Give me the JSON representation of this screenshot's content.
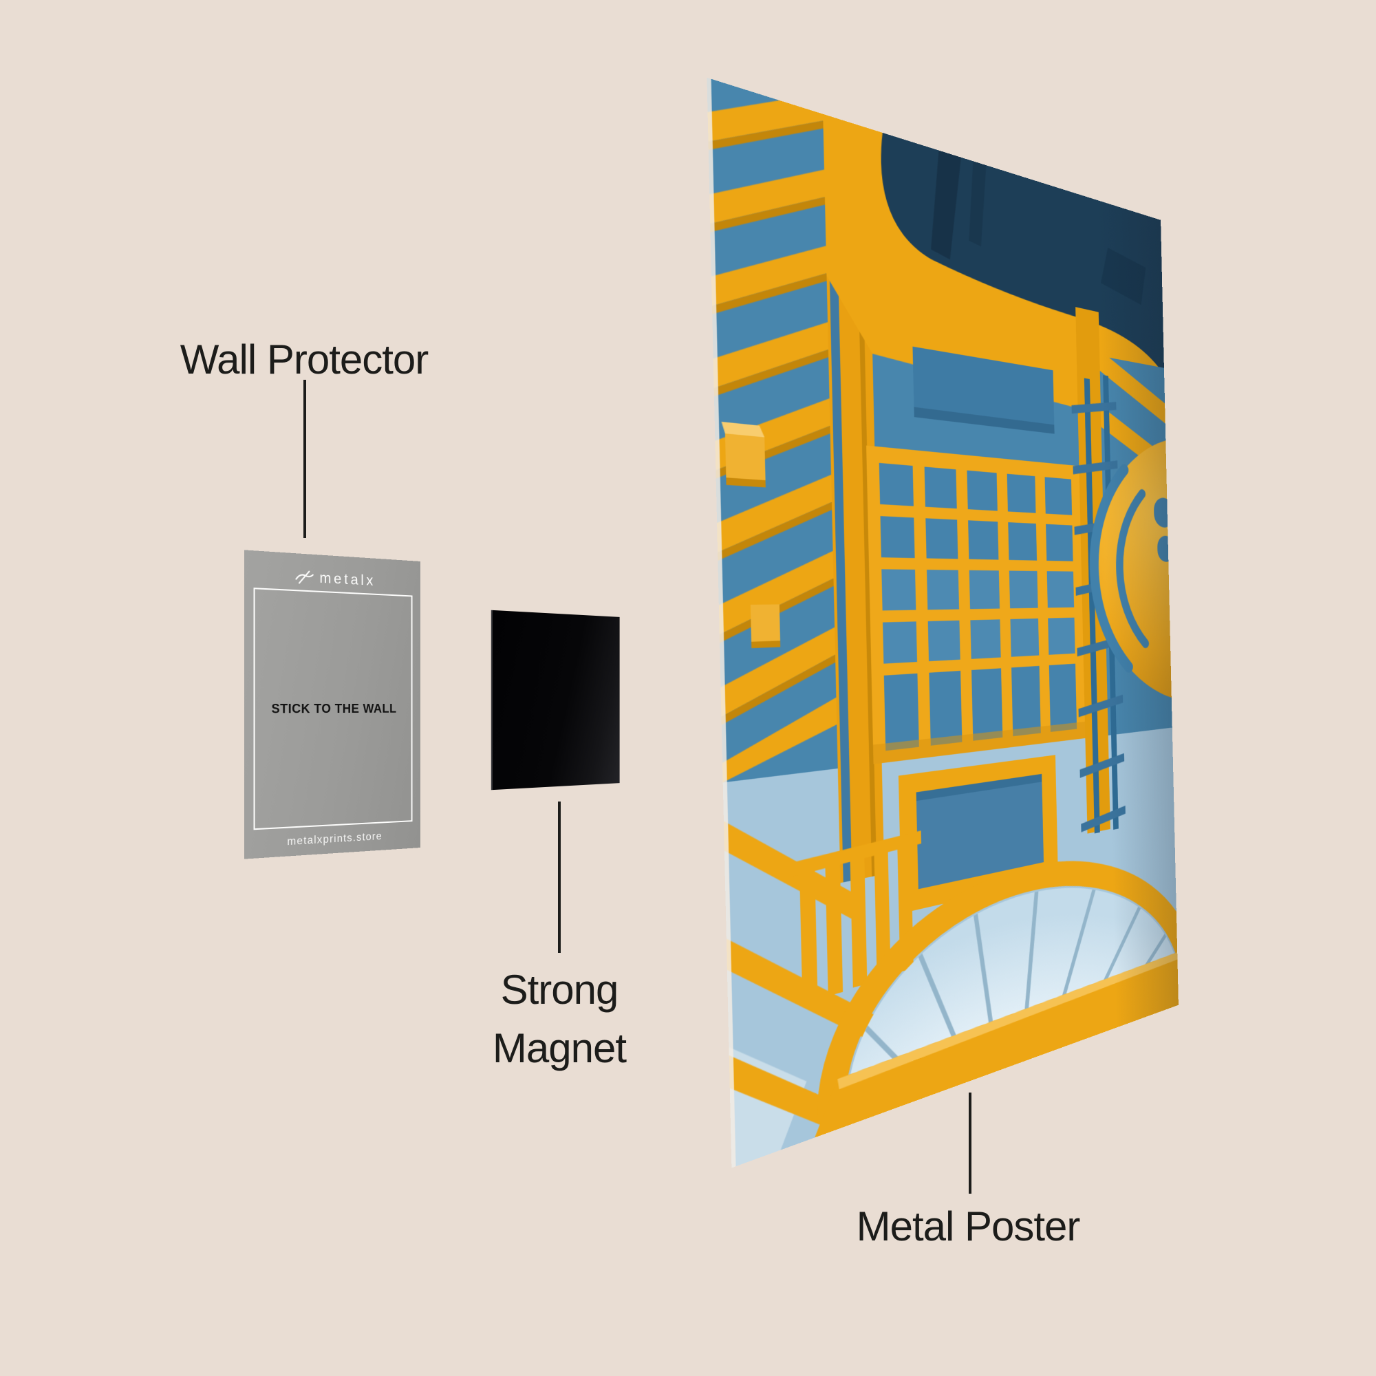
{
  "page": {
    "background": "#e9ddd3",
    "text_color": "#1c1c1a"
  },
  "labels": {
    "wall_protector": "Wall Protector",
    "strong_magnet": "Strong Magnet",
    "metal_poster": "Metal Poster"
  },
  "wall_protector_card": {
    "brand": "metalx",
    "brand_icon": "metalx-logo-icon",
    "center_text": "STICK TO THE WALL",
    "footer_text": "metalxprints.store",
    "color": "#9b9b99"
  },
  "magnet": {
    "color": "#060608"
  },
  "poster": {
    "subject": "Low-angle photo of a yellow and blue atrium: coffered grid ceiling, slatted walls, dome and arched glowing window",
    "palette": {
      "yellow": "#eda614",
      "blue": "#4583ac",
      "navy": "#1d3e57",
      "light_blue": "#a6c6db",
      "window_white": "#eef6fb"
    }
  }
}
